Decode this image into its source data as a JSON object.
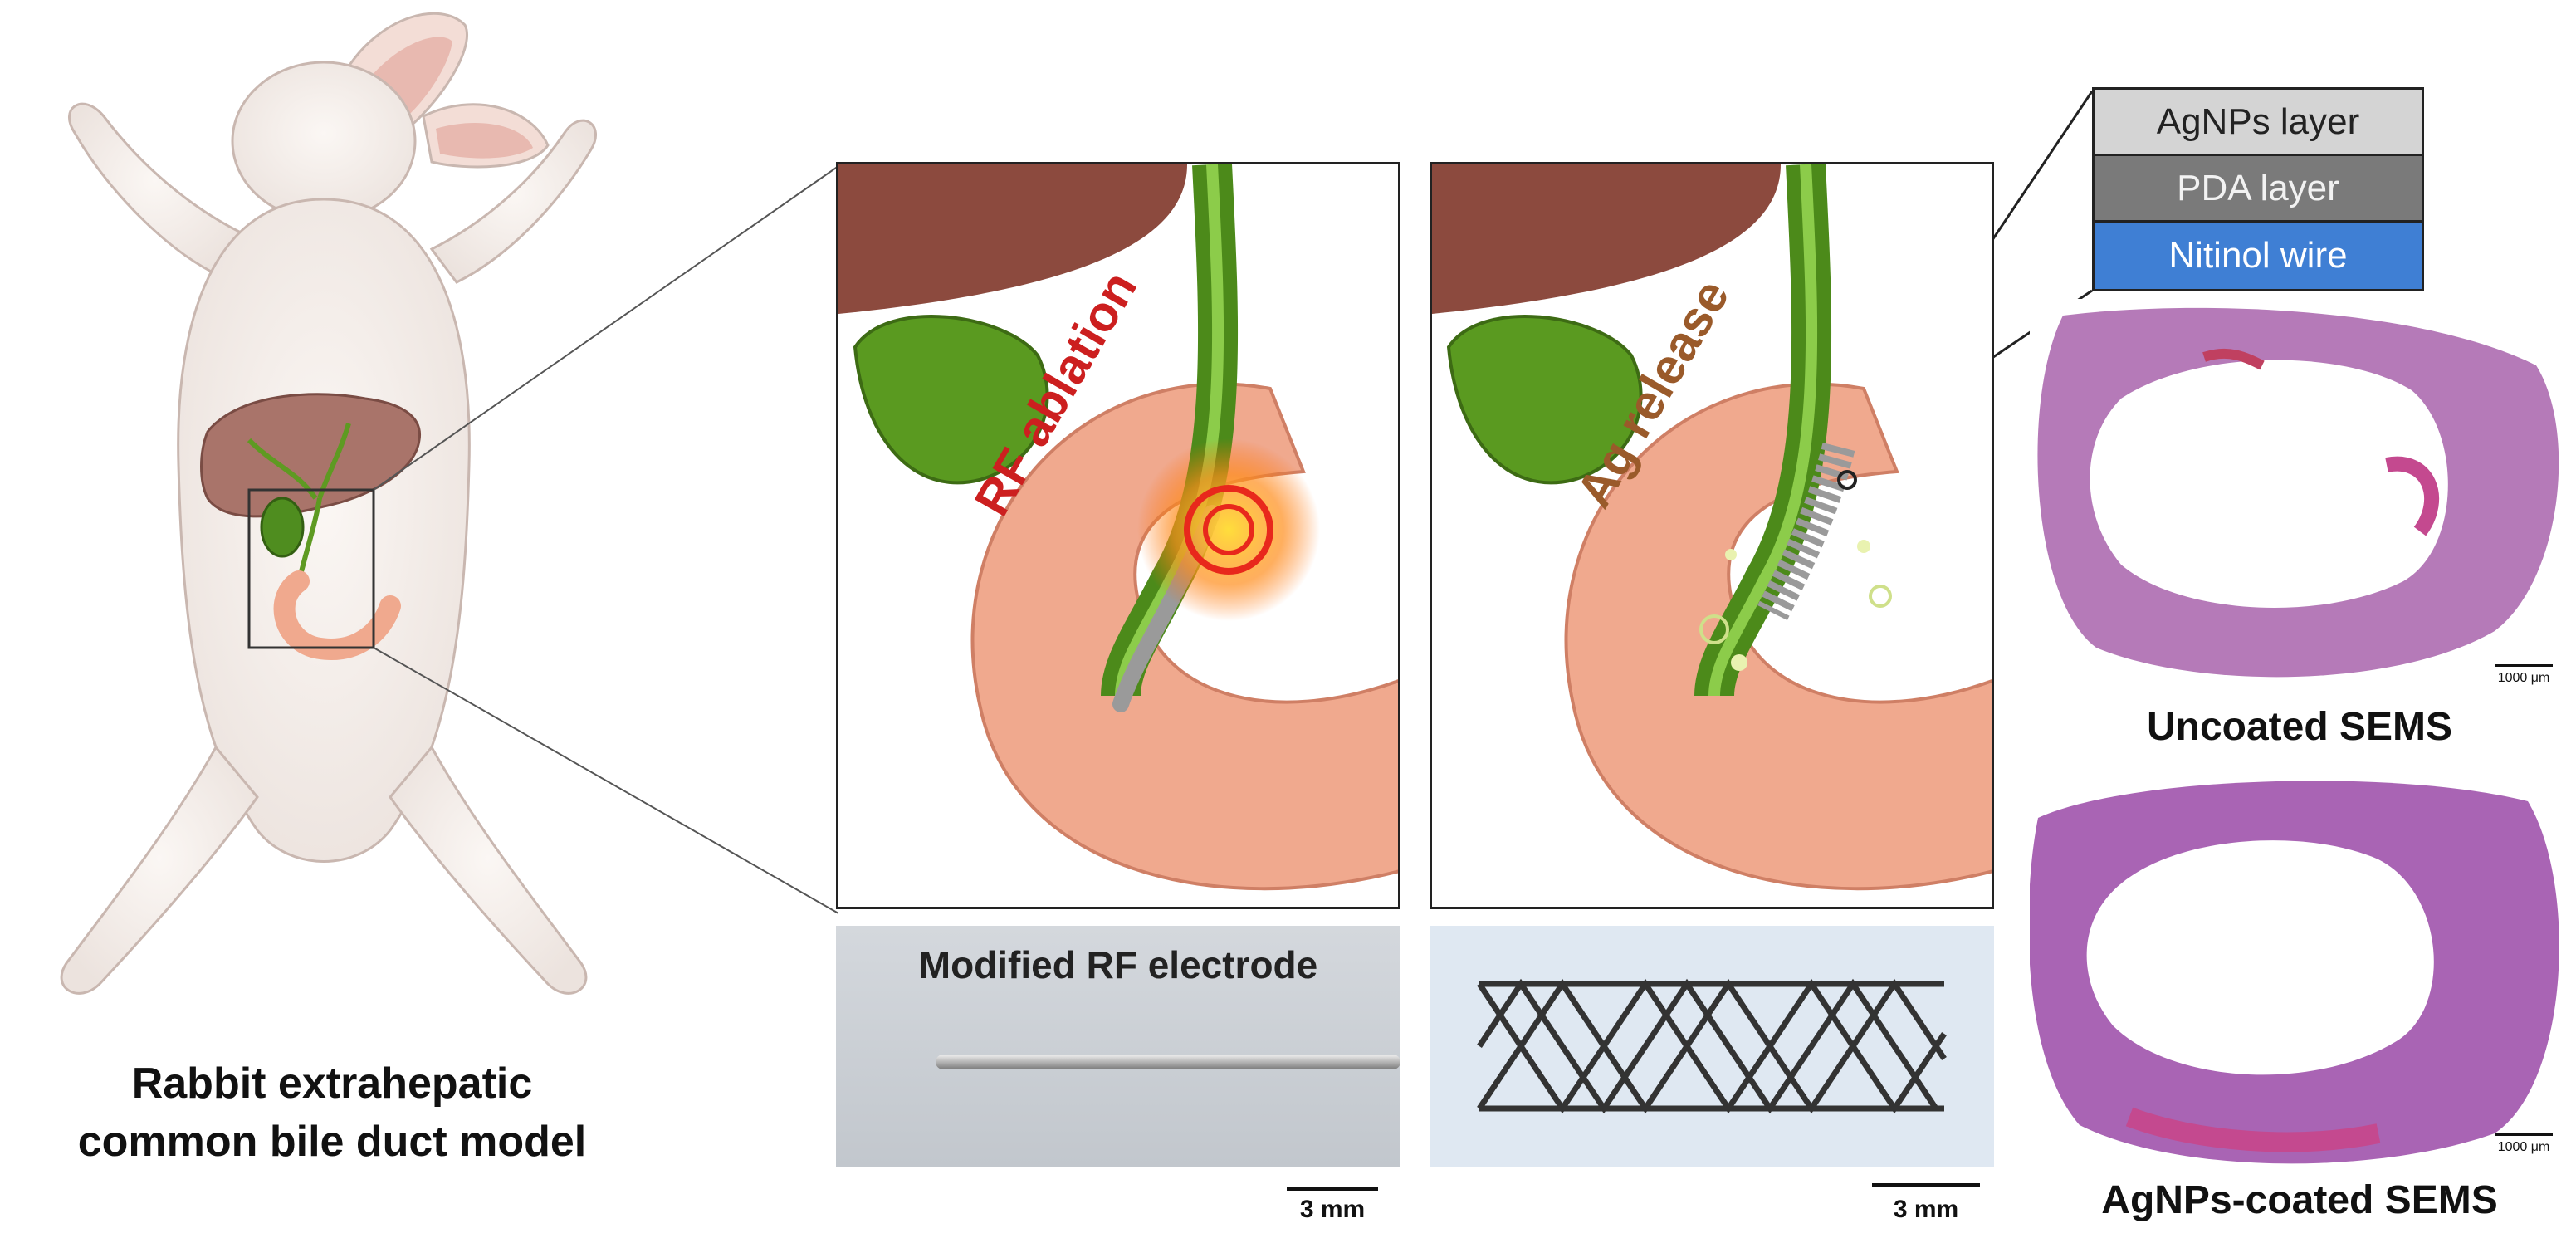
{
  "left": {
    "caption_line1": "Rabbit extrahepatic",
    "caption_line2": "common bile duct model"
  },
  "panel_rf": {
    "label": "RF ablation",
    "photo_caption": "Modified RF electrode",
    "scale_bar": "3 mm"
  },
  "panel_ag": {
    "label": "Ag release",
    "scale_bar": "3 mm"
  },
  "layers": {
    "top": "AgNPs layer",
    "middle": "PDA layer",
    "bottom": "Nitinol wire"
  },
  "histology": {
    "uncoated_caption": "Uncoated SEMS",
    "coated_caption": "AgNPs-coated SEMS",
    "scale_top": "1000 μm",
    "scale_bottom": "1000 μm"
  },
  "colors": {
    "duct_green": "#5e9a22",
    "liver": "#8c4a3e",
    "intestine": "#f0a98e",
    "rf_label": "#cc1f1f",
    "ag_label": "#9a5a2a",
    "nitinol_blue": "#3f7fd4",
    "pda_gray": "#7a7a7a",
    "agnps_gray": "#d4d4d4",
    "histology_purple": "#b57ab8"
  }
}
